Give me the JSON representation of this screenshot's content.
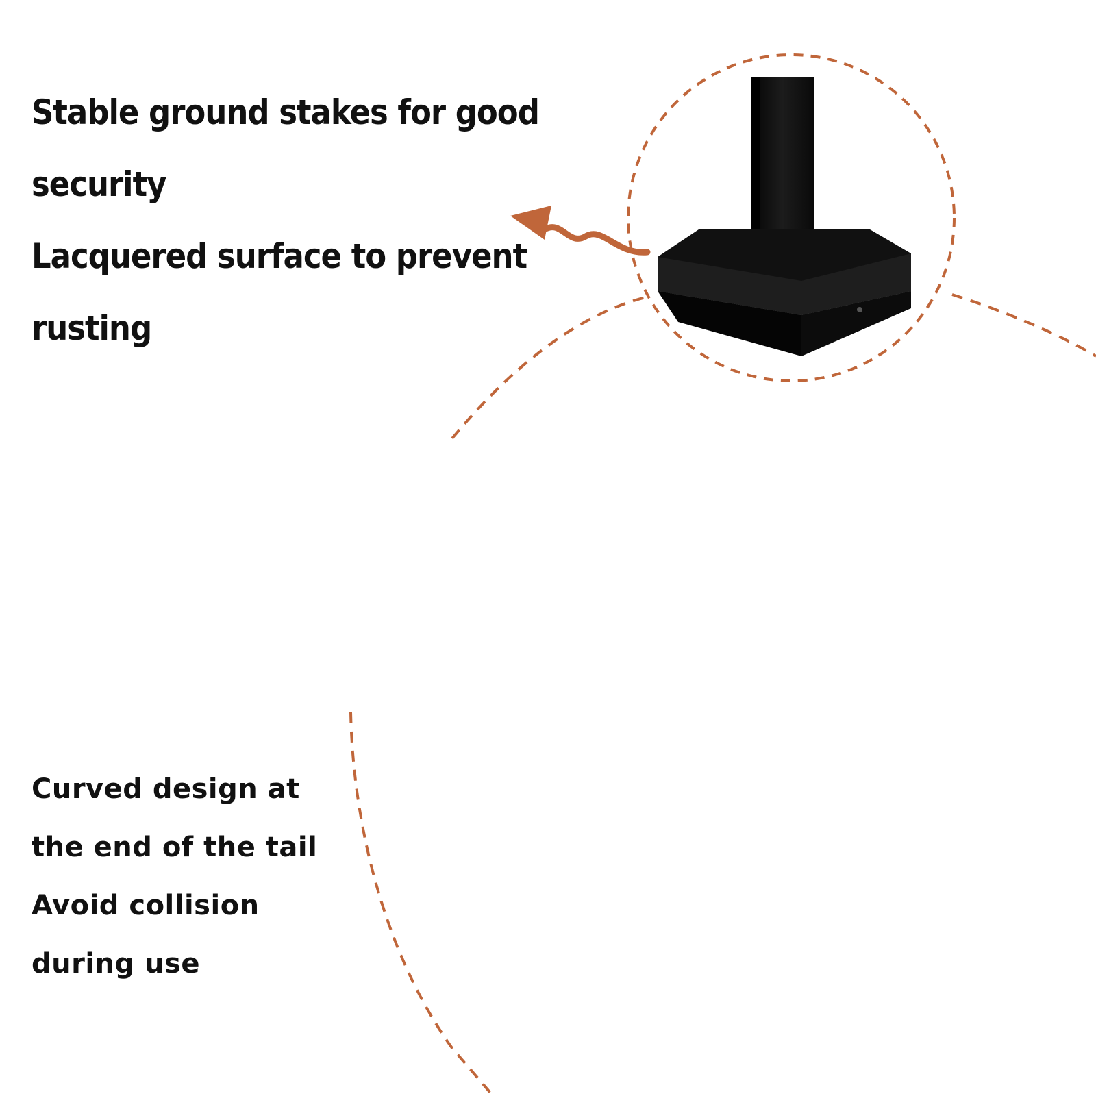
{
  "features_top": [
    "Stable ground stakes for good security",
    "Lacquered surface to prevent rusting"
  ],
  "features_bottom": [
    "Curved design at",
    "the end of the tail",
    "Avoid collision",
    "during use"
  ],
  "colors": {
    "accent": "#c0663a",
    "rail": "#141414",
    "stone": "#9a9a9a",
    "brick": "#5a5a5a",
    "background": "#ffffff"
  },
  "icons": {
    "top_arrow": "squiggle-arrow-left-icon",
    "bottom_arrow": "squiggle-arrow-down-icon"
  }
}
